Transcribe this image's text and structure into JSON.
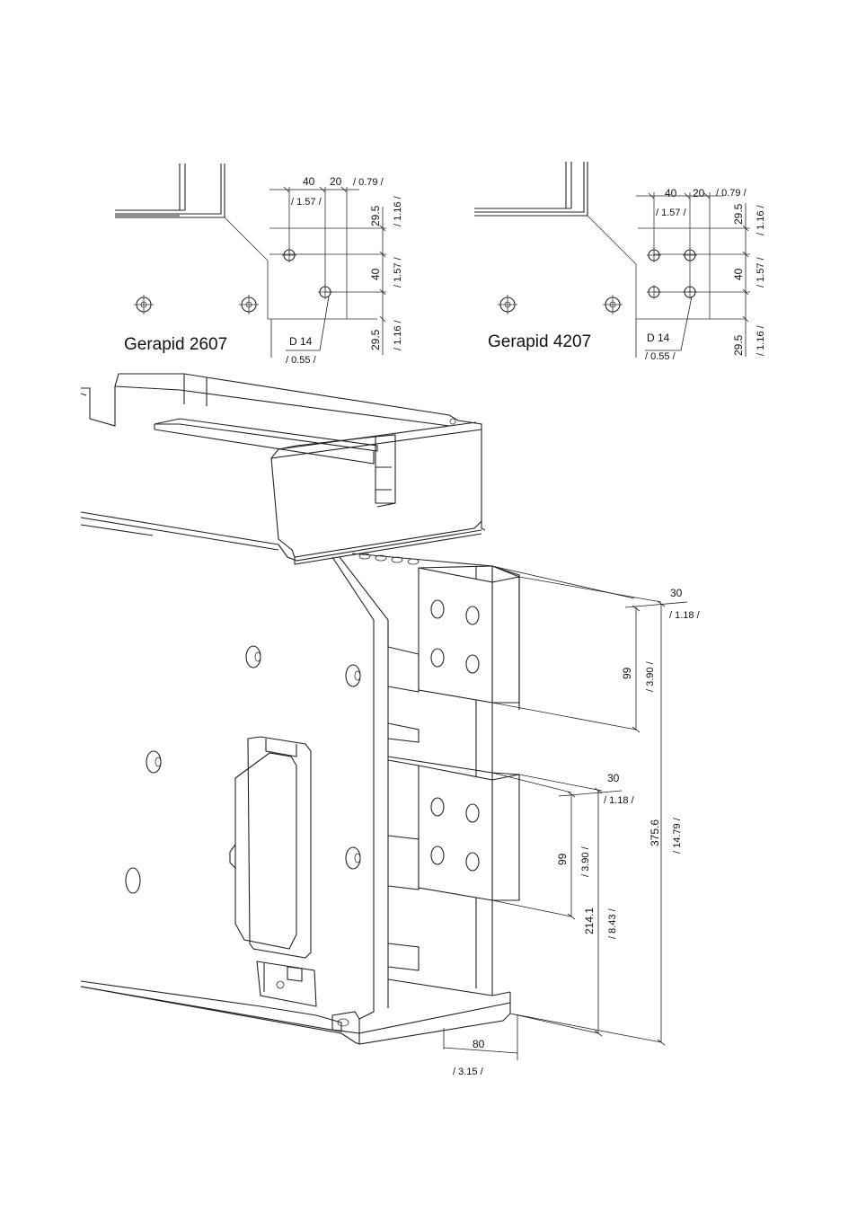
{
  "detail_left": {
    "title": "Gerapid 2607",
    "dims": {
      "top_40": "40",
      "top_20": "20",
      "top_079": "/ 0.79 /",
      "top_157": "/ 1.57 /",
      "v_295a": "29.5",
      "v_116a": "/ 1.16 /",
      "v_40": "40",
      "v_157": "/ 1.57 /",
      "v_295b": "29.5",
      "v_116b": "/ 1.16 /",
      "d14": "D 14",
      "d055": "/ 0.55 /"
    }
  },
  "detail_right": {
    "title": "Gerapid 4207",
    "dims": {
      "top_40": "40",
      "top_20": "20",
      "top_079": "/ 0.79 /",
      "top_157": "/ 1.57 /",
      "v_295a": "29.5",
      "v_116a": "/ 1.16 /",
      "v_40": "40",
      "v_157": "/ 1.57 /",
      "v_295b": "29.5",
      "v_116b": "/ 1.16 /",
      "d14": "D 14",
      "d055": "/ 0.55 /"
    }
  },
  "main_view": {
    "dims": {
      "upper_30": "30",
      "upper_118": "/ 1.18 /",
      "upper_99": "99",
      "upper_390": "/ 3.90 /",
      "lower_30": "30",
      "lower_118": "/ 1.18 /",
      "lower_99": "99",
      "lower_390": "/ 3.90 /",
      "h_2141": "214.1",
      "h_843": "/ 8.43 /",
      "h_3756": "375.6",
      "h_1479": "/ 14.79 /",
      "w_80": "80",
      "w_315": "/ 3.15 /"
    }
  }
}
